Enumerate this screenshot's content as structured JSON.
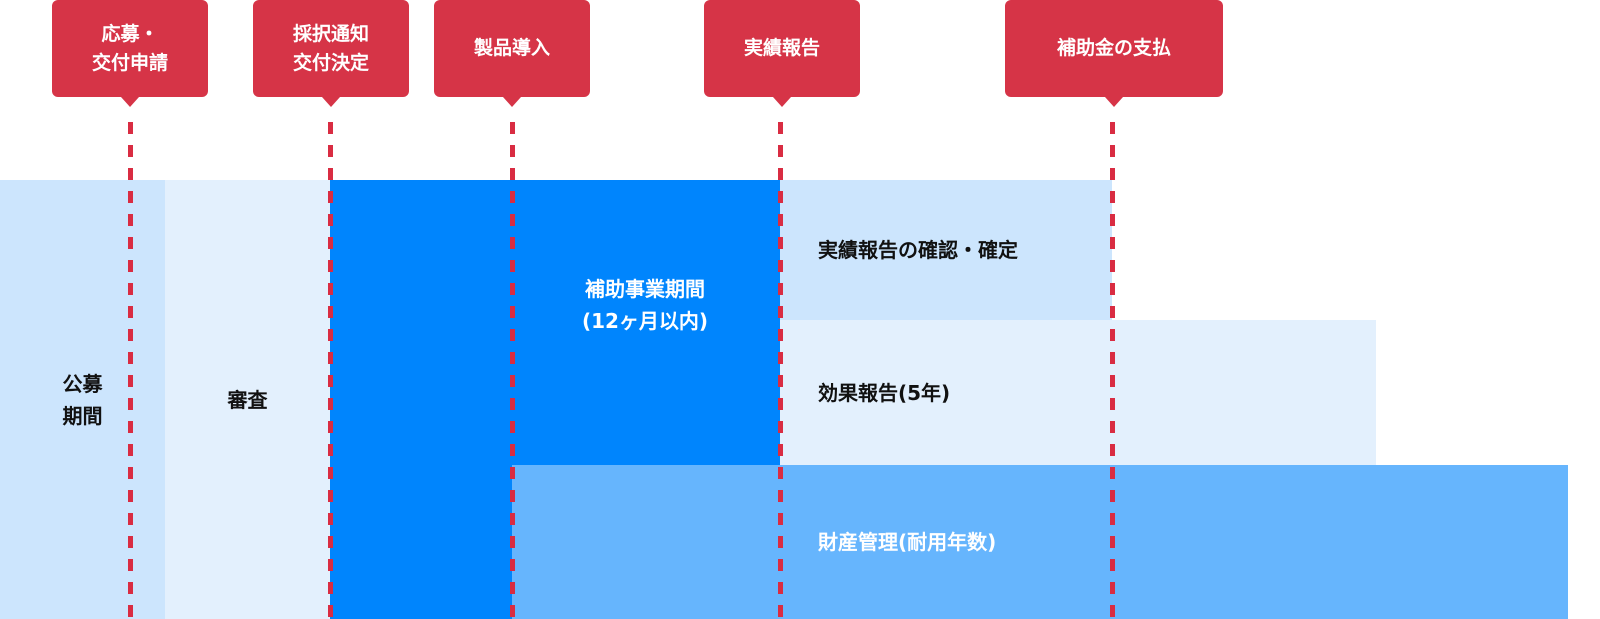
{
  "milestones": [
    {
      "label": "応募・\n交付申請"
    },
    {
      "label": "採択通知\n交付決定"
    },
    {
      "label": "製品導入"
    },
    {
      "label": "実績報告"
    },
    {
      "label": "補助金の支払"
    }
  ],
  "periods": {
    "recruitment": "公募\n期間",
    "review": "審査",
    "project": "補助事業期間\n(12ヶ月以内)",
    "confirmation": "実績報告の確認・確定",
    "effect_report": "効果報告(5年)",
    "asset_management": "財産管理(耐用年数)"
  },
  "colors": {
    "milestone": "#d63447",
    "dark_blue": "#0085fd",
    "mid_blue": "#66b5fd",
    "light_blue": "#cce5fd",
    "pale_blue": "#e3f0fd"
  }
}
